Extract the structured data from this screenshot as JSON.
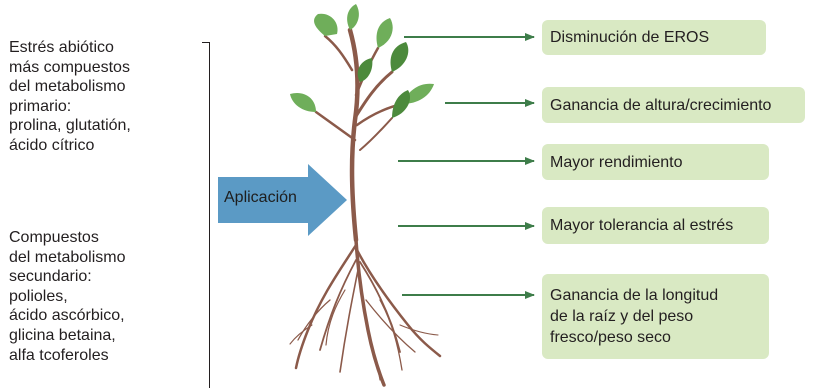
{
  "left_panel": {
    "primary_compounds": "Estrés abiótico\nmás compuestos\ndel metabolismo\nprimario:\nprolina, glutatión,\nácido cítrico",
    "secondary_compounds": "Compuestos\ndel metabolismo\nsecundario:\npolioles,\nácido ascórbico,\nglicina betaina,\nalfa tcoferoles"
  },
  "application_arrow": {
    "label": "Aplicación",
    "color": "#5b9ac5"
  },
  "plant": {
    "stem_color": "#8b5a4a",
    "leaf_color": "#6fae5a",
    "leaf_dark_color": "#4c8a3c"
  },
  "effects": [
    {
      "label": "Disminución de EROS"
    },
    {
      "label": "Ganancia de altura/crecimiento"
    },
    {
      "label": "Mayor rendimiento"
    },
    {
      "label": "Mayor tolerancia al estrés"
    },
    {
      "label": "Ganancia de la longitud\nde la raíz y del peso\nfresco/peso seco"
    }
  ],
  "colors": {
    "effect_box": "#d9e9c3",
    "effect_arrow": "#3e7d4a",
    "text": "#231f20"
  }
}
